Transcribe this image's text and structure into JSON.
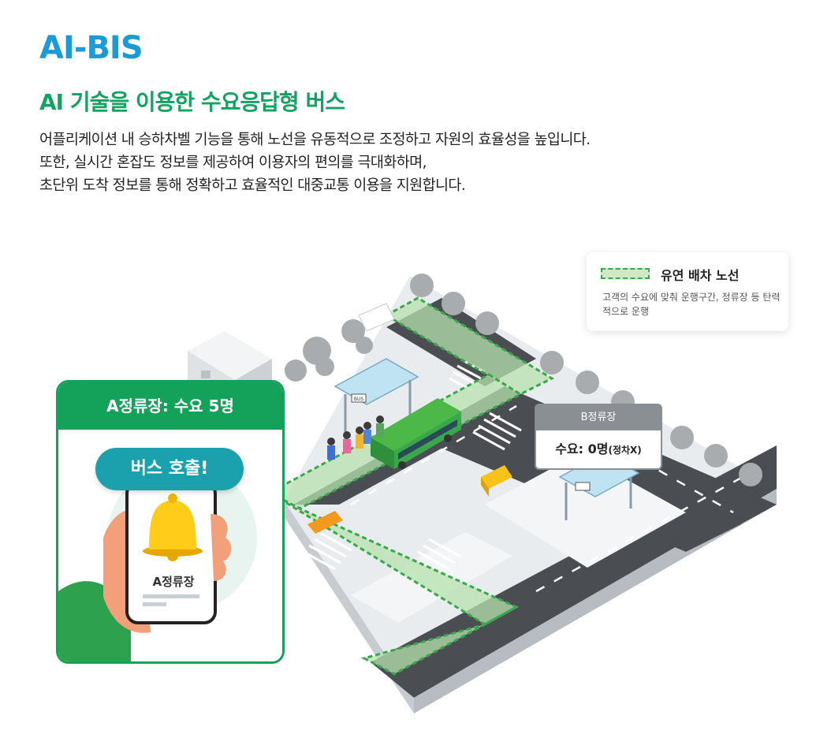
{
  "header": {
    "brand": "AI-BIS",
    "subtitle": "AI 기술을 이용한 수요응답형 버스",
    "description": [
      "어플리케이션 내 승하차벨 기능을 통해 노선을 유동적으로 조정하고 자원의 효율성을 높입니다.",
      "또한, 실시간 혼잡도 정보를 제공하여 이용자의 편의를 극대화하며,",
      "초단위 도착 정보를 통해 정확하고 효율적인 대중교통 이용을 지원합니다."
    ]
  },
  "legend": {
    "title": "유연 배차 노선",
    "description": "고객의 수요에 맞춰 운행구간, 정류장 등 탄력적으로 운행"
  },
  "stop_a": {
    "title": "A정류장: 수요 5명",
    "call_button": "버스 호출!",
    "phone_label": "A정류장"
  },
  "stop_b": {
    "title": "B정류장",
    "demand": "수요: 0명",
    "demand_note": "(정차X)"
  },
  "shelter_sign": "BUS",
  "colors": {
    "brand_blue": "#1a9ad6",
    "accent_green": "#14a25a",
    "call_teal": "#1aa1ad",
    "route_green": "#3aa84a",
    "stop_b_grey": "#8a8f94"
  },
  "icons": [
    "bell-icon",
    "bus-icon",
    "hand-phone-icon",
    "tree-icon",
    "shelter-icon",
    "car-icon"
  ]
}
